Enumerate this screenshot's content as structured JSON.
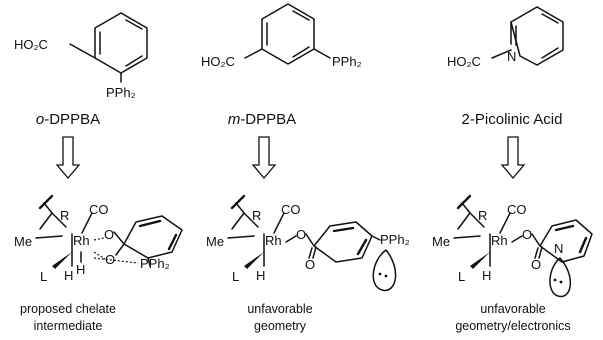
{
  "compounds": [
    {
      "id": "o-dppba",
      "substituent_left": "HO₂C",
      "substituent_right": "PPh₂",
      "name_prefix": "o",
      "name_main": "-DPPBA",
      "caption_line1": "proposed chelate",
      "caption_line2": "intermediate"
    },
    {
      "id": "m-dppba",
      "substituent_left": "HO₂C",
      "substituent_right": "PPh₂",
      "name_prefix": "m",
      "name_main": "-DPPBA",
      "caption_line1": "unfavorable",
      "caption_line2": "geometry"
    },
    {
      "id": "picolinic",
      "substituent_left": "HO₂C",
      "ring_heteroatom": "N",
      "name_prefix": "",
      "name_main": "2-Picolinic Acid",
      "caption_line1": "unfavorable",
      "caption_line2": "geometry/electronics"
    }
  ],
  "complex_labels": {
    "metal": "Rh",
    "carbonyl": "CO",
    "alkyl": "R",
    "methyl": "Me",
    "ligand": "L",
    "hydride": "H",
    "oxygen": "O",
    "phosphine": "PPh₂",
    "nitrogen": "N"
  }
}
